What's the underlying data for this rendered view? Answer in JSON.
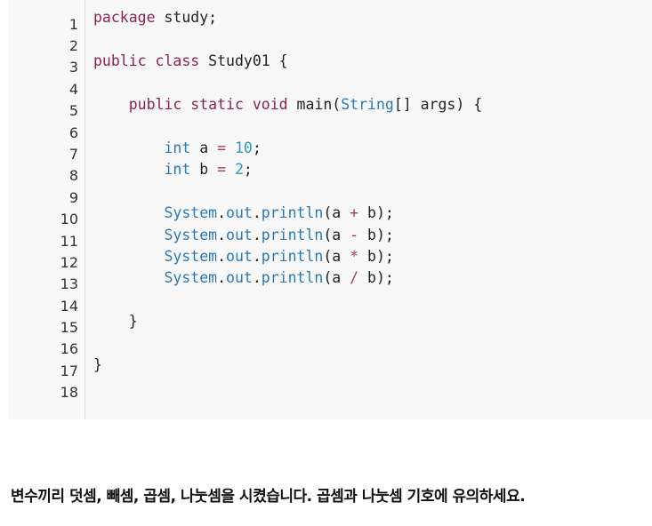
{
  "code_block": {
    "line_numbers": [
      "1",
      "2",
      "3",
      "4",
      "5",
      "6",
      "7",
      "8",
      "9",
      "10",
      "11",
      "12",
      "13",
      "14",
      "15",
      "16",
      "17",
      "18"
    ],
    "lines": [
      [
        {
          "t": "package",
          "c": "keyword"
        },
        {
          "t": " study;",
          "c": "plain"
        }
      ],
      [],
      [
        {
          "t": "public",
          "c": "keyword"
        },
        {
          "t": " ",
          "c": "plain"
        },
        {
          "t": "class",
          "c": "keyword"
        },
        {
          "t": " Study01 {",
          "c": "plain"
        }
      ],
      [],
      [
        {
          "t": "    ",
          "c": "plain"
        },
        {
          "t": "public",
          "c": "keyword"
        },
        {
          "t": " ",
          "c": "plain"
        },
        {
          "t": "static",
          "c": "keyword"
        },
        {
          "t": " ",
          "c": "plain"
        },
        {
          "t": "void",
          "c": "keyword"
        },
        {
          "t": " main(",
          "c": "plain"
        },
        {
          "t": "String",
          "c": "type"
        },
        {
          "t": "[] args) {",
          "c": "plain"
        }
      ],
      [],
      [
        {
          "t": "        ",
          "c": "plain"
        },
        {
          "t": "int",
          "c": "type"
        },
        {
          "t": " a ",
          "c": "plain"
        },
        {
          "t": "=",
          "c": "operator"
        },
        {
          "t": " ",
          "c": "plain"
        },
        {
          "t": "10",
          "c": "number"
        },
        {
          "t": ";",
          "c": "plain"
        }
      ],
      [
        {
          "t": "        ",
          "c": "plain"
        },
        {
          "t": "int",
          "c": "type"
        },
        {
          "t": " b ",
          "c": "plain"
        },
        {
          "t": "=",
          "c": "operator"
        },
        {
          "t": " ",
          "c": "plain"
        },
        {
          "t": "2",
          "c": "number"
        },
        {
          "t": ";",
          "c": "plain"
        }
      ],
      [],
      [
        {
          "t": "        ",
          "c": "plain"
        },
        {
          "t": "System",
          "c": "type"
        },
        {
          "t": ".",
          "c": "plain"
        },
        {
          "t": "out",
          "c": "type"
        },
        {
          "t": ".",
          "c": "plain"
        },
        {
          "t": "println",
          "c": "type"
        },
        {
          "t": "(a ",
          "c": "plain"
        },
        {
          "t": "+",
          "c": "operator"
        },
        {
          "t": " b);",
          "c": "plain"
        }
      ],
      [
        {
          "t": "        ",
          "c": "plain"
        },
        {
          "t": "System",
          "c": "type"
        },
        {
          "t": ".",
          "c": "plain"
        },
        {
          "t": "out",
          "c": "type"
        },
        {
          "t": ".",
          "c": "plain"
        },
        {
          "t": "println",
          "c": "type"
        },
        {
          "t": "(a ",
          "c": "plain"
        },
        {
          "t": "-",
          "c": "operator"
        },
        {
          "t": " b);",
          "c": "plain"
        }
      ],
      [
        {
          "t": "        ",
          "c": "plain"
        },
        {
          "t": "System",
          "c": "type"
        },
        {
          "t": ".",
          "c": "plain"
        },
        {
          "t": "out",
          "c": "type"
        },
        {
          "t": ".",
          "c": "plain"
        },
        {
          "t": "println",
          "c": "type"
        },
        {
          "t": "(a ",
          "c": "plain"
        },
        {
          "t": "*",
          "c": "operator"
        },
        {
          "t": " b);",
          "c": "plain"
        }
      ],
      [
        {
          "t": "        ",
          "c": "plain"
        },
        {
          "t": "System",
          "c": "type"
        },
        {
          "t": ".",
          "c": "plain"
        },
        {
          "t": "out",
          "c": "type"
        },
        {
          "t": ".",
          "c": "plain"
        },
        {
          "t": "println",
          "c": "type"
        },
        {
          "t": "(a ",
          "c": "plain"
        },
        {
          "t": "/",
          "c": "operator"
        },
        {
          "t": " b);",
          "c": "plain"
        }
      ],
      [],
      [
        {
          "t": "    }",
          "c": "plain"
        }
      ],
      [],
      [
        {
          "t": "}",
          "c": "plain"
        }
      ],
      []
    ]
  },
  "caption": "변수끼리 덧셈, 빼셈, 곱셈, 나눗셈을 시켰습니다. 곱셈과 나눗셈 기호에 유의하세요.",
  "colors": {
    "background": "#f8f8f8",
    "keyword": "#8b2252",
    "type": "#2a7ab8",
    "number": "#2a9ac0",
    "operator": "#a33a6a"
  }
}
